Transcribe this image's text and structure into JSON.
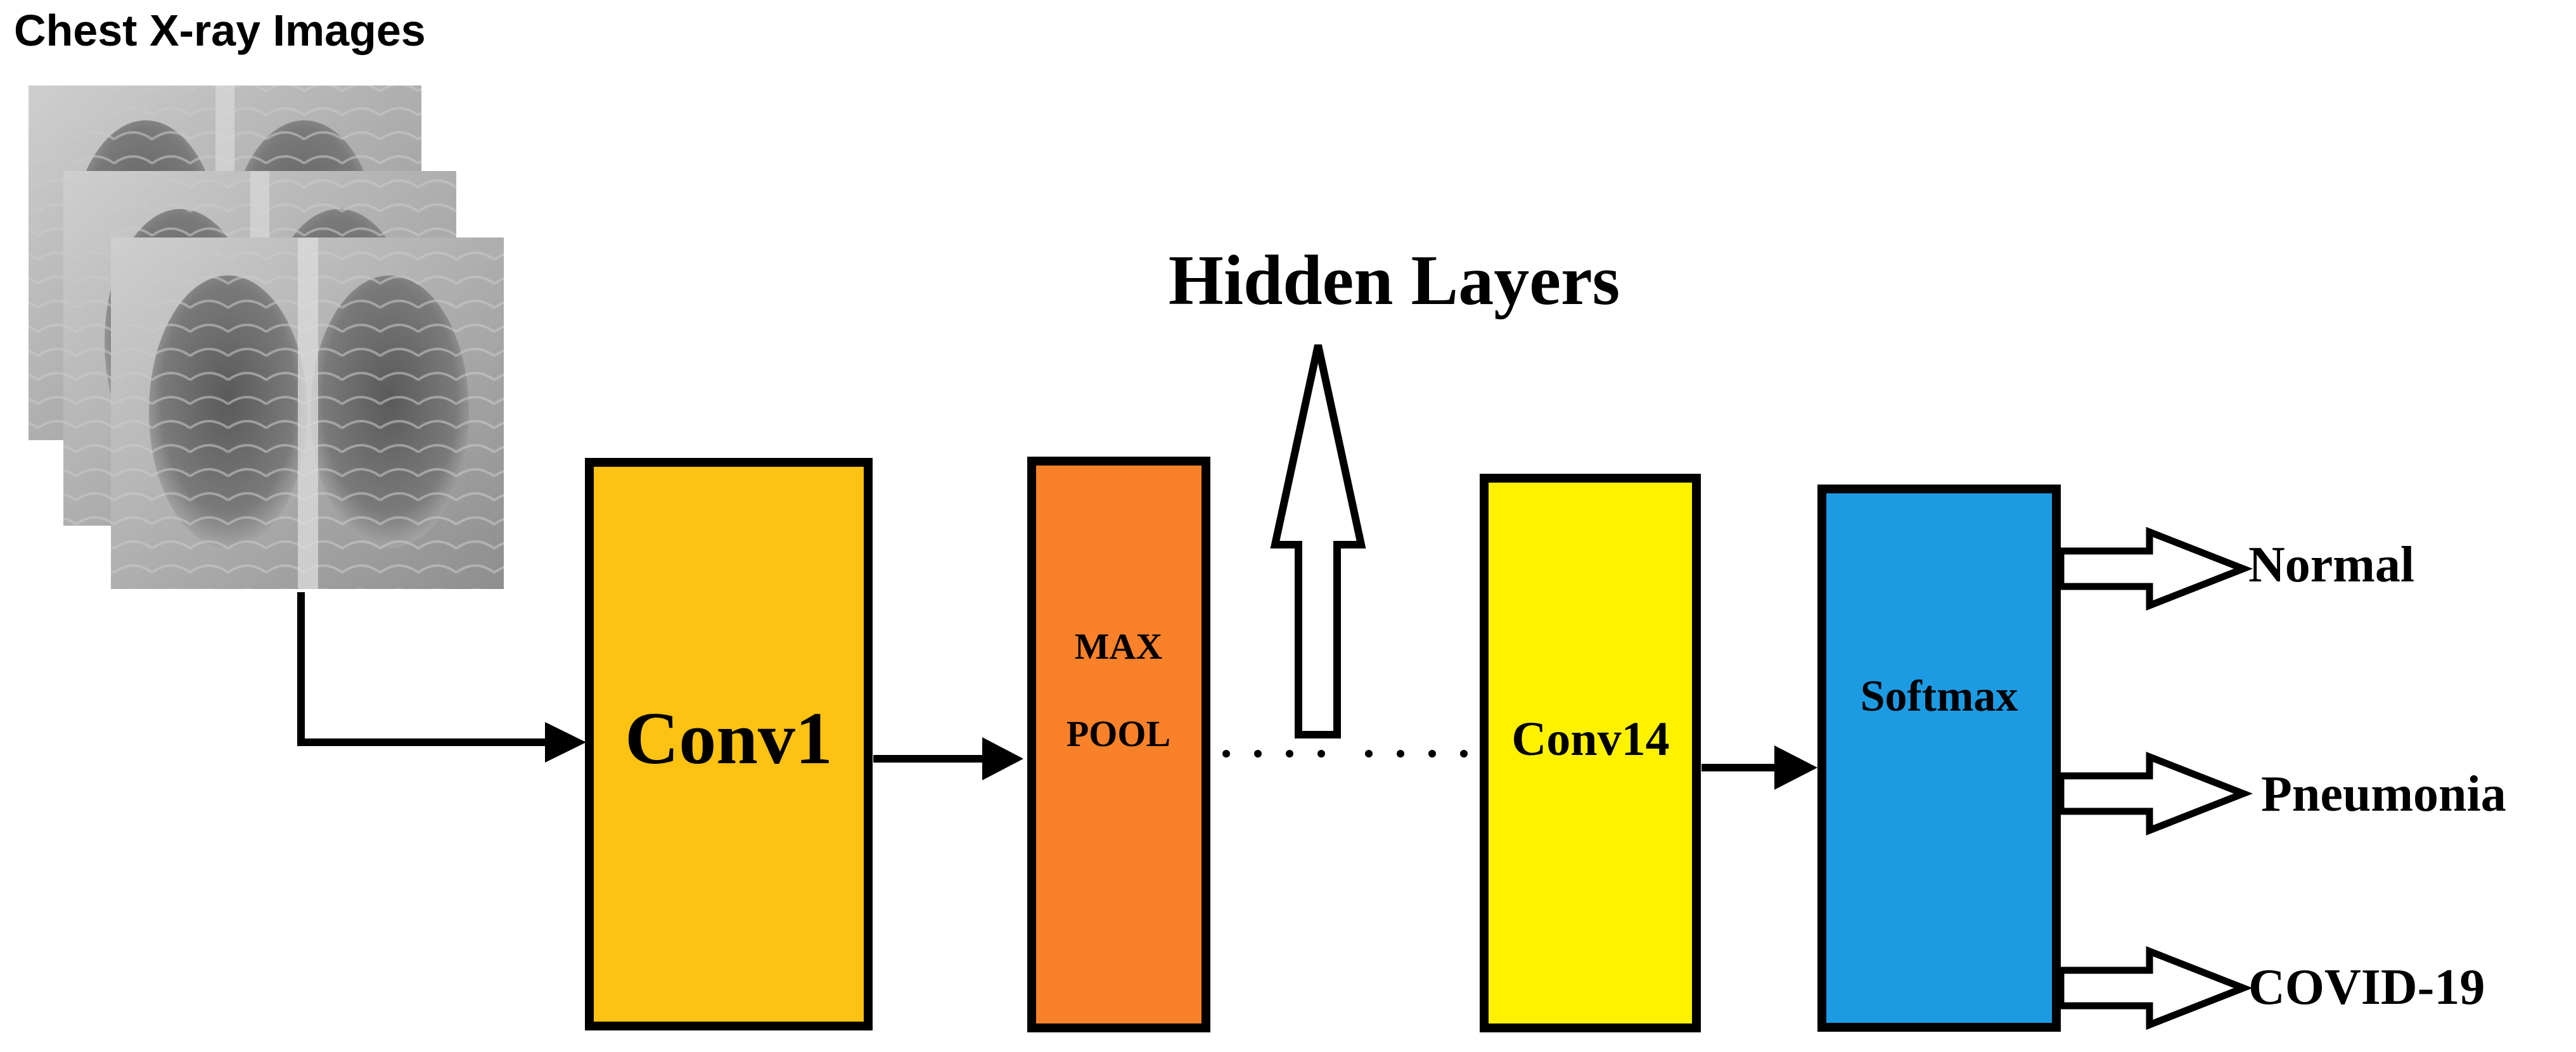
{
  "input": {
    "title": "Chest X-ray Images"
  },
  "hidden_layers": {
    "label": "Hidden Layers"
  },
  "layers": {
    "conv1": {
      "label": "Conv1",
      "color": "#FDC212"
    },
    "maxpool": {
      "line1": "MAX",
      "line2": "POOL",
      "color": "#F9812A"
    },
    "conv14": {
      "label": "Conv14",
      "color": "#FFF200"
    },
    "softmax": {
      "label": "Softmax",
      "color": "#1C9BE3"
    }
  },
  "outputs": {
    "normal": "Normal",
    "pneumonia": "Pneumonia",
    "covid": "COVID-19"
  },
  "colors": {
    "outline": "#000000",
    "arrow_fill": "#ffffff"
  }
}
